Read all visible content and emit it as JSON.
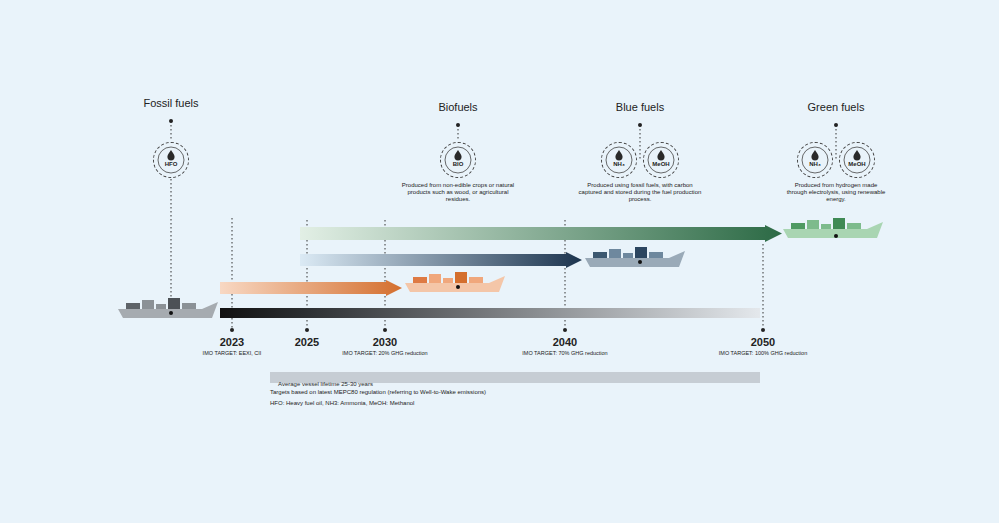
{
  "diagram": {
    "nodes": [
      {
        "text": [
          "HFO"
        ]
      },
      {
        "text": [
          "BIO"
        ]
      },
      {
        "text": [
          "NH₃"
        ]
      },
      {
        "text": [
          "MeOH"
        ]
      },
      {
        "text": [
          "NH₃"
        ]
      },
      {
        "text": [
          "MeOH"
        ]
      },
      {
        "text": [
          "Average vessel lifetime 25-30 years"
        ]
      }
    ],
    "labels": [
      "Fossil fuels",
      "Biofuels",
      "Produced from non-edible crops or natural products such as wood, or agricultural residues.",
      "Blue fuels",
      "Produced using fossil fuels, with carbon captured and stored during the fuel production process.",
      "Green fuels",
      "Produced from hydrogen made through electrolysis, using renewable energy.",
      "2023",
      "IMO TARGET: EEXI, CII",
      "2025",
      "2030",
      "IMO TARGET: 20% GHG reduction",
      "2040",
      "IMO TARGET: 70% GHG reduction",
      "2050",
      "IMO TARGET: 100% GHG reduction",
      "Targets based on latest MEPC80 regulation (referring to Well-to-Wake emissions)",
      "HFO: Heavy fuel oil, NH3: Ammonia, MeOH: Methanol"
    ]
  }
}
